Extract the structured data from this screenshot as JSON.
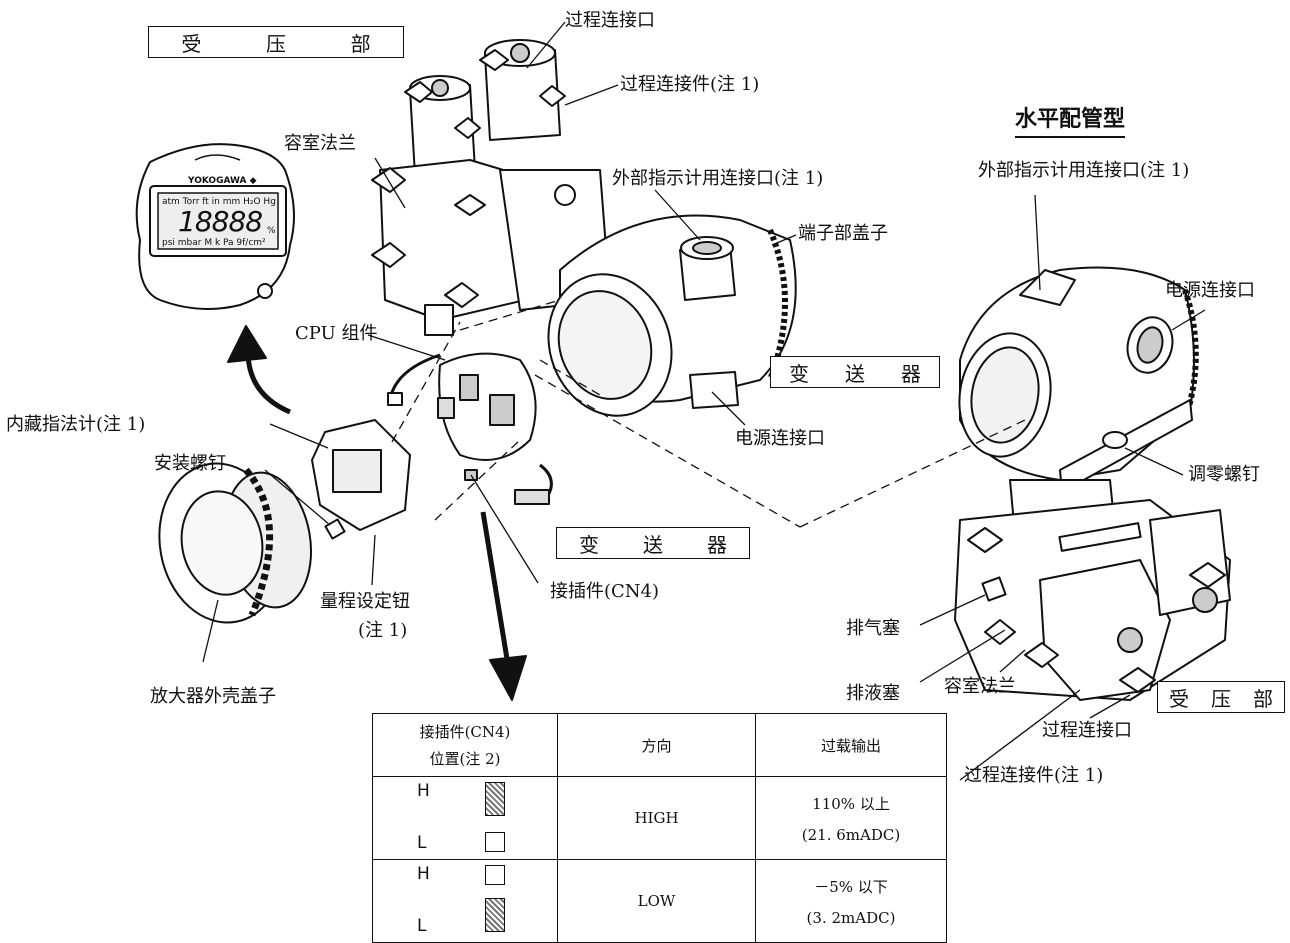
{
  "title_horizontal": "水平配管型",
  "boxes": {
    "pressure_top": [
      "受",
      "压",
      "部"
    ],
    "transmitter_right": [
      "变",
      "送",
      "器"
    ],
    "transmitter_mid": [
      "变",
      "送",
      "器"
    ],
    "pressure_bottom": [
      "受",
      "压",
      "部"
    ]
  },
  "labels": {
    "process_port_top": "过程连接口",
    "process_fitting_top": "过程连接件(注 1)",
    "chamber_flange_top": "容室法兰",
    "ext_indicator_left": "外部指示计用连接口(注 1)",
    "terminal_cover": "端子部盖子",
    "cpu_assembly": "CPU 组件",
    "power_port_left": "电源连接口",
    "builtin_indicator": "内藏指法计(注 1)",
    "mount_screw": "安装螺钉",
    "range_button": "量程设定钮",
    "range_button_note": "(注 1)",
    "amp_cover": "放大器外壳盖子",
    "connector_cn4": "接插件(CN4)",
    "ext_indicator_right": "外部指示计用连接口(注 1)",
    "power_port_right": "电源连接口",
    "zero_screw": "调零螺钉",
    "vent_plug": "排气塞",
    "drain_plug": "排液塞",
    "chamber_flange_bottom": "容室法兰",
    "process_port_bottom": "过程连接口",
    "process_fitting_bottom": "过程连接件(注 1)"
  },
  "lcd": {
    "brand": "YOKOGAWA ◆",
    "row1": "atm Torr ft in mm H₂O Hg",
    "digits": "18888",
    "row3": "psi mbar M k Pa 9f/cm²",
    "percent": "%"
  },
  "table": {
    "headers": [
      "接插件(CN4)",
      "位置(注 2)",
      "方向",
      "过载输出"
    ],
    "rows": [
      {
        "h": "H",
        "l": "L",
        "direction": "HIGH",
        "output1": "110% 以上",
        "output2": "(21. 6mADC)"
      },
      {
        "h": "H",
        "l": "L",
        "direction": "LOW",
        "output1": "－5% 以下",
        "output2": "(3. 2mADC)"
      }
    ]
  }
}
